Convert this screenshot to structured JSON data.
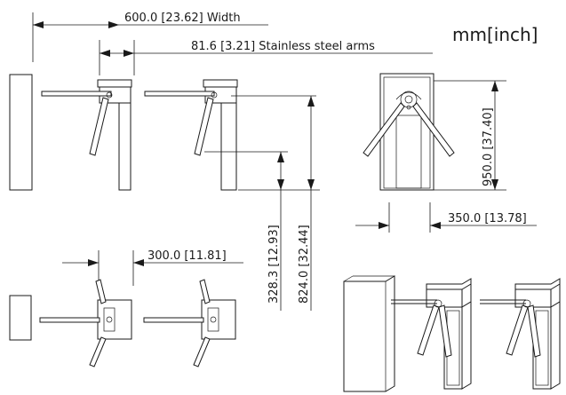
{
  "drawing": {
    "unit_label": "mm[inch]",
    "dimensions": {
      "overall_width": "600.0  [23.62] Width",
      "arm_width": "81.6  [3.21] Stainless steel arms",
      "height_total": "950.0  [37.40]",
      "depth": "350.0  [13.78]",
      "arm_height": "328.3  [12.93]",
      "body_height": "824.0  [32.44]",
      "top_spacing": "300.0  [11.81]"
    }
  }
}
